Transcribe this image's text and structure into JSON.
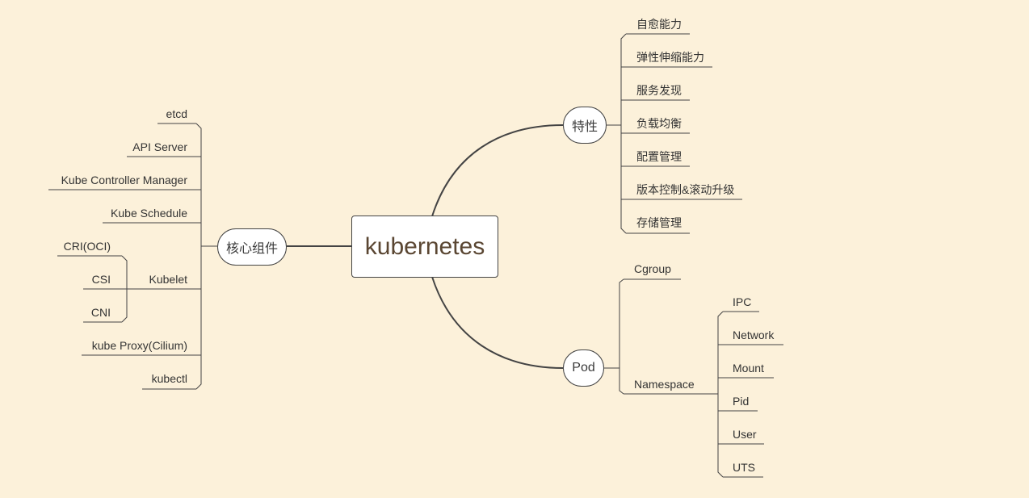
{
  "root": {
    "label": "kubernetes"
  },
  "branches": {
    "features": {
      "label": "特性",
      "items": [
        "自愈能力",
        "弹性伸缩能力",
        "服务发现",
        "负载均衡",
        "配置管理",
        "版本控制&滚动升级",
        "存储管理"
      ]
    },
    "pod": {
      "label": "Pod",
      "cgroup": "Cgroup",
      "namespace": {
        "label": "Namespace",
        "items": [
          "IPC",
          "Network",
          "Mount",
          "Pid",
          "User",
          "UTS"
        ]
      }
    },
    "core": {
      "label": "核心组件",
      "items": [
        "etcd",
        "API Server",
        "Kube Controller Manager",
        "Kube Schedule"
      ],
      "kubelet": {
        "label": "Kubelet",
        "items": [
          "CRI(OCI)",
          "CSI",
          "CNI"
        ]
      },
      "items_after": [
        "kube Proxy(Cilium)",
        "kubectl"
      ]
    }
  },
  "colors": {
    "background": "#fcf1da",
    "line": "#444444",
    "node_fill": "#ffffff"
  }
}
